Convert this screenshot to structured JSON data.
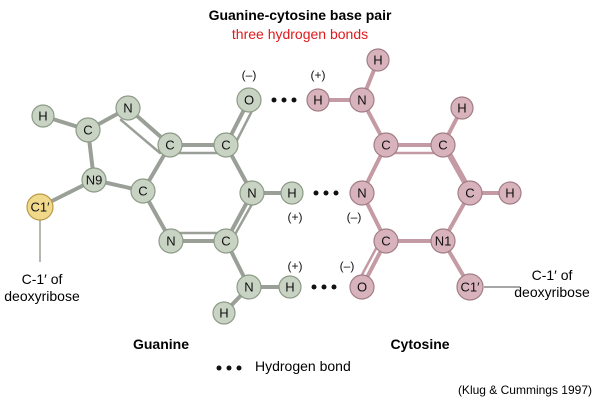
{
  "title": "Guanine-cytosine base pair",
  "subtitle": "three hydrogen bonds",
  "colors": {
    "subtitle": "#e0191b",
    "guanine_atom": "#c9d3c4",
    "guanine_atom_stroke": "#8c9a86",
    "cytosine_atom": "#d9b3bc",
    "cytosine_atom_stroke": "#a07d87",
    "sugar_atom": "#f1d98b",
    "sugar_atom_stroke": "#b99a48",
    "bond": "#9aa097",
    "bond_pink": "#c49aa5"
  },
  "atoms": {
    "g_h8": "H",
    "g_c8": "C",
    "g_n7": "N",
    "g_n9": "N9",
    "g_c1": "C1′",
    "g_c4": "C",
    "g_c5": "C",
    "g_c6": "C",
    "g_o6": "O",
    "g_n1": "N",
    "g_h1": "H",
    "g_c2": "C",
    "g_n3": "N",
    "g_n2": "N",
    "g_h2a": "H",
    "g_h2b": "H",
    "c_h4a": "H",
    "c_n4": "N",
    "c_h4b": "H",
    "c_c4": "C",
    "c_c5": "C",
    "c_h5": "H",
    "c_n3": "N",
    "c_c6": "C",
    "c_h6": "H",
    "c_c2": "C",
    "c_n1": "N1",
    "c_o2": "O",
    "c_c1": "C1′"
  },
  "charges": {
    "o6_minus": "(–)",
    "h4_plus": "(+)",
    "h1_plus": "(+)",
    "n3_minus": "(–)",
    "h2_plus": "(+)",
    "o2_minus": "(–)"
  },
  "labels": {
    "left_c1_line1": "C-1′ of",
    "left_c1_line2": "deoxyribose",
    "right_c1_line1": "C-1′ of",
    "right_c1_line2": "deoxyribose",
    "guanine": "Guanine",
    "cytosine": "Cytosine",
    "legend": "Hydrogen bond",
    "credit": "(Klug & Cummings 1997)"
  }
}
